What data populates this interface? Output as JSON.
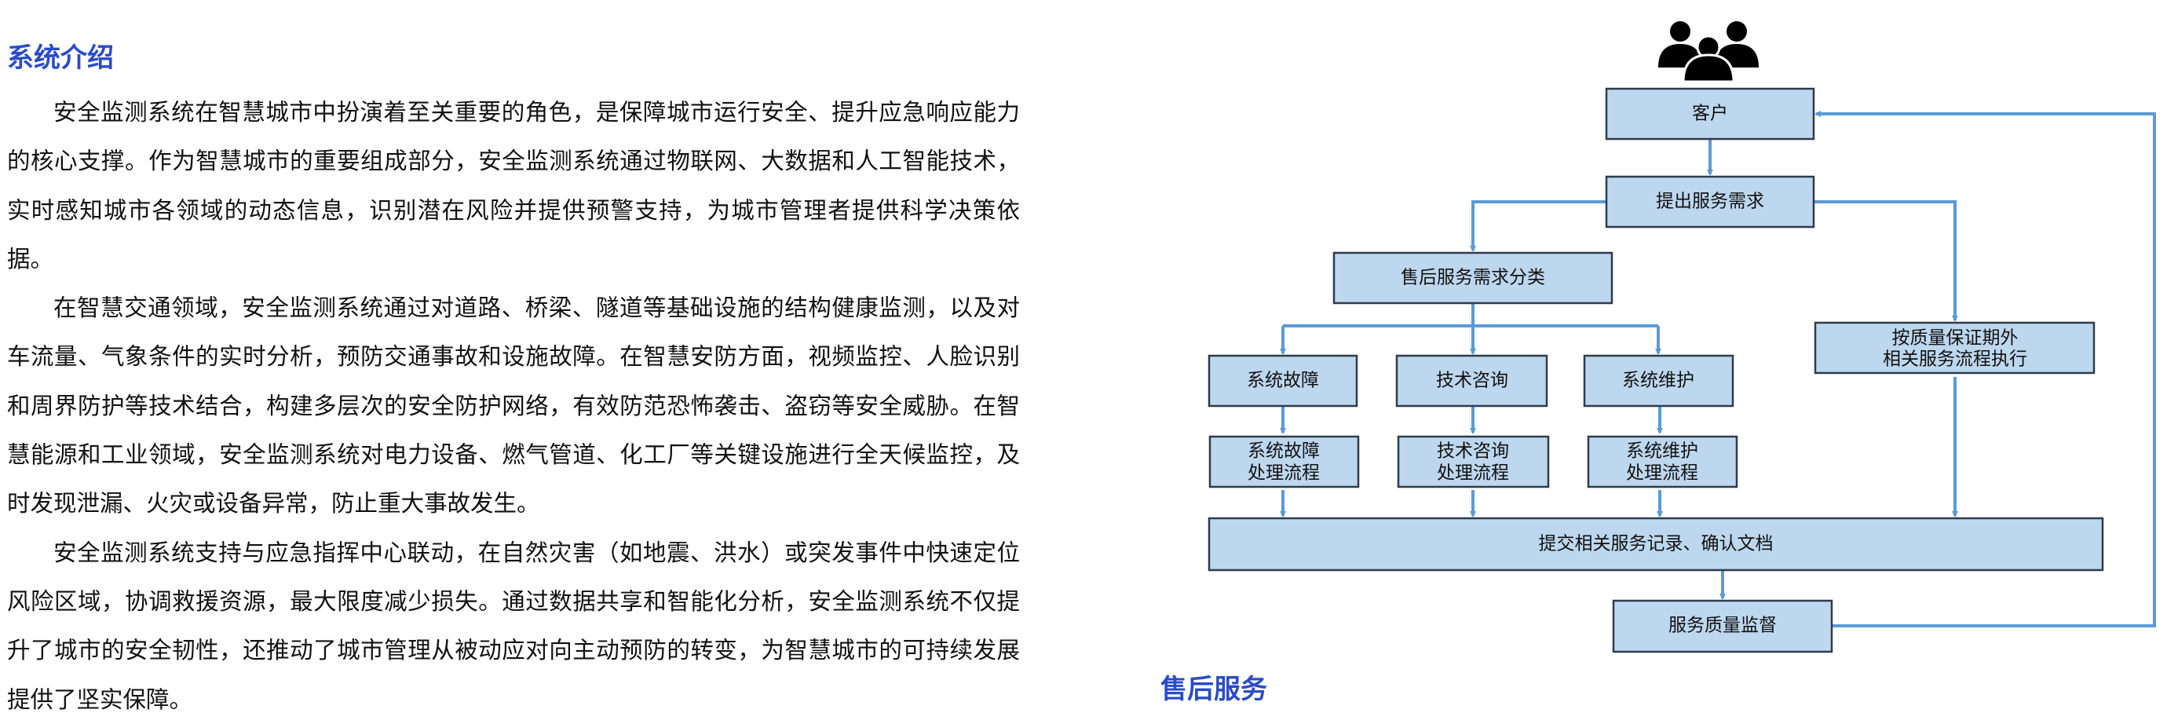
{
  "intro": {
    "title": "系统介绍",
    "paragraphs": [
      "安全监测系统在智慧城市中扮演着至关重要的角色，是保障城市运行安全、提升应急响应能力的核心支撑。作为智慧城市的重要组成部分，安全监测系统通过物联网、大数据和人工智能技术，实时感知城市各领域的动态信息，识别潜在风险并提供预警支持，为城市管理者提供科学决策依据。",
      "在智慧交通领域，安全监测系统通过对道路、桥梁、隧道等基础设施的结构健康监测，以及对车流量、气象条件的实时分析，预防交通事故和设施故障。在智慧安防方面，视频监控、人脸识别和周界防护等技术结合，构建多层次的安全防护网络，有效防范恐怖袭击、盗窃等安全威胁。在智慧能源和工业领域，安全监测系统对电力设备、燃气管道、化工厂等关键设施进行全天候监控，及时发现泄漏、火灾或设备异常，防止重大事故发生。",
      "安全监测系统支持与应急指挥中心联动，在自然灾害（如地震、洪水）或突发事件中快速定位风险区域，协调救援资源，最大限度减少损失。通过数据共享和智能化分析，安全监测系统不仅提升了城市的安全韧性，还推动了城市管理从被动应对向主动预防的转变，为智慧城市的可持续发展提供了坚实保障。"
    ]
  },
  "after_sales": {
    "title": "售后服务"
  },
  "flow": {
    "icon": "users-group-icon",
    "customer": "客户",
    "request": "提出服务需求",
    "classify": "售后服务需求分类",
    "warranty_line1": "按质量保证期外",
    "warranty_line2": "相关服务流程执行",
    "fault": "系统故障",
    "consult": "技术咨询",
    "maintain": "系统维护",
    "fault_proc_1": "系统故障",
    "consult_proc_1": "技术咨询",
    "maintain_proc_1": "系统维护",
    "proc_2": "处理流程",
    "submit": "提交相关服务记录、确认文档",
    "supervise": "服务质量监督"
  },
  "colors": {
    "heading": "#2a4bc9",
    "box_fill": "#bdd7ee",
    "arrow": "#5b9bd5"
  }
}
